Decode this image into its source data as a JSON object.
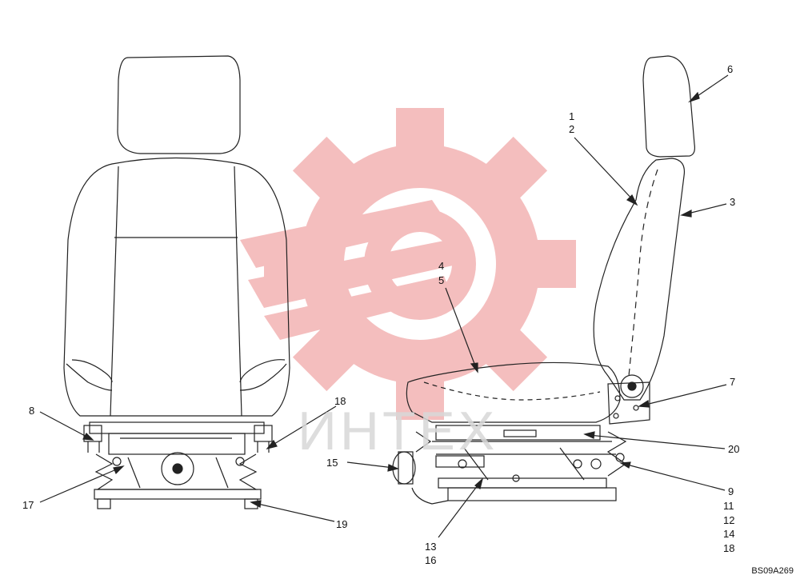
{
  "watermark": {
    "text": "ИНТЕХ",
    "gear_color": "#f3b8b8",
    "text_color": "#d8d8d8"
  },
  "drawing_ref": "BS09A269",
  "callouts": {
    "c6": "6",
    "c1": "1",
    "c2": "2",
    "c3": "3",
    "c4": "4",
    "c5": "5",
    "c7": "7",
    "c8": "8",
    "c18a": "18",
    "c20": "20",
    "c15": "15",
    "c9": "9",
    "c11": "11",
    "c12": "12",
    "c14": "14",
    "c18b": "18",
    "c17": "17",
    "c19": "19",
    "c13": "13",
    "c16": "16"
  }
}
